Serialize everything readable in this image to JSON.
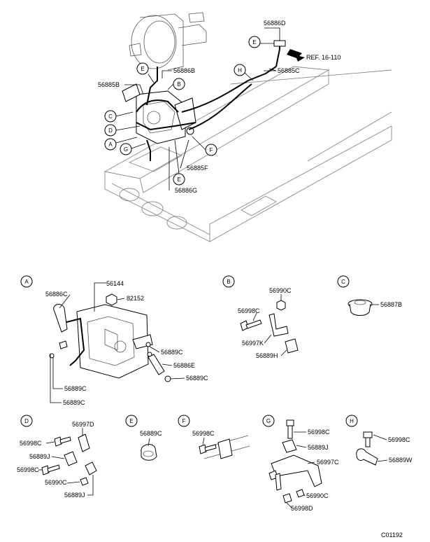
{
  "diagram_code": "C01192",
  "reference": "REF. 16-110",
  "main_view": {
    "callouts": [
      "E",
      "B",
      "C",
      "D",
      "A",
      "G",
      "F",
      "E",
      "H",
      "E"
    ],
    "labels": [
      "56886D",
      "56885C",
      "56886B",
      "56885B",
      "56885F",
      "56886G"
    ]
  },
  "details": [
    {
      "letter": "A",
      "parts": [
        "56144",
        "82152",
        "56886C",
        "56889C",
        "56886E",
        "56889C",
        "56889C",
        "56889C"
      ]
    },
    {
      "letter": "B",
      "parts": [
        "56990C",
        "56998C",
        "56997K",
        "56889H"
      ]
    },
    {
      "letter": "C",
      "parts": [
        "56887B"
      ]
    },
    {
      "letter": "D",
      "parts": [
        "56997D",
        "56998C",
        "56889J",
        "56998C",
        "56990C",
        "56889J"
      ]
    },
    {
      "letter": "E",
      "parts": [
        "56889C"
      ]
    },
    {
      "letter": "F",
      "parts": [
        "56998C"
      ]
    },
    {
      "letter": "G",
      "parts": [
        "56998C",
        "56889J",
        "56997C",
        "56990C",
        "56998D"
      ]
    },
    {
      "letter": "H",
      "parts": [
        "56998C",
        "56889W"
      ]
    }
  ]
}
